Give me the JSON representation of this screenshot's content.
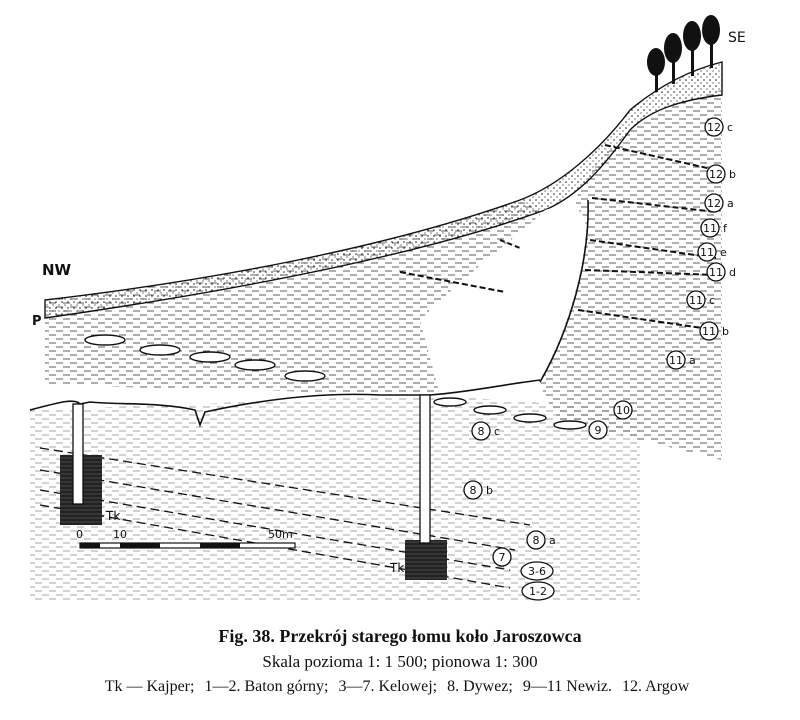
{
  "diagram": {
    "labels": {
      "nw": "NW",
      "se": "SE",
      "p": "P",
      "tk_left": "Tk",
      "tk_right": "Tk"
    },
    "scale_bar": {
      "ticks": [
        "0",
        "10",
        "50m"
      ]
    },
    "layers": [
      {
        "num": "12",
        "suffix": "c"
      },
      {
        "num": "12",
        "suffix": "b"
      },
      {
        "num": "12",
        "suffix": "a"
      },
      {
        "num": "11",
        "suffix": "f"
      },
      {
        "num": "11",
        "suffix": "e"
      },
      {
        "num": "11",
        "suffix": "d"
      },
      {
        "num": "11",
        "suffix": "c"
      },
      {
        "num": "11",
        "suffix": "b"
      },
      {
        "num": "11",
        "suffix": "a"
      },
      {
        "num": "10",
        "suffix": ""
      },
      {
        "num": "9",
        "suffix": ""
      },
      {
        "num": "8",
        "suffix": "c"
      },
      {
        "num": "8",
        "suffix": "b"
      },
      {
        "num": "8",
        "suffix": "a"
      },
      {
        "num": "7",
        "suffix": ""
      },
      {
        "num": "3-6",
        "suffix": ""
      },
      {
        "num": "1-2",
        "suffix": ""
      }
    ]
  },
  "caption": {
    "title": "Fig. 38. Przekrój starego łomu koło Jaroszowca",
    "scale": "Skala pozioma 1: 1 500;  pionowa 1: 300",
    "legend": [
      "Tk — Kajper;",
      "1—2. Baton górny;",
      "3—7. Kelowej;",
      "8. Dywez;",
      "9—11  Newiz.",
      "12. Argow"
    ]
  }
}
